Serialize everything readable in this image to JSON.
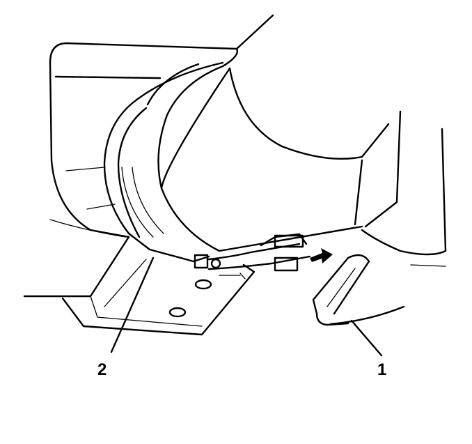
{
  "callouts": [
    {
      "id": "callout-1",
      "label": "1"
    },
    {
      "id": "callout-2",
      "label": "2"
    }
  ]
}
